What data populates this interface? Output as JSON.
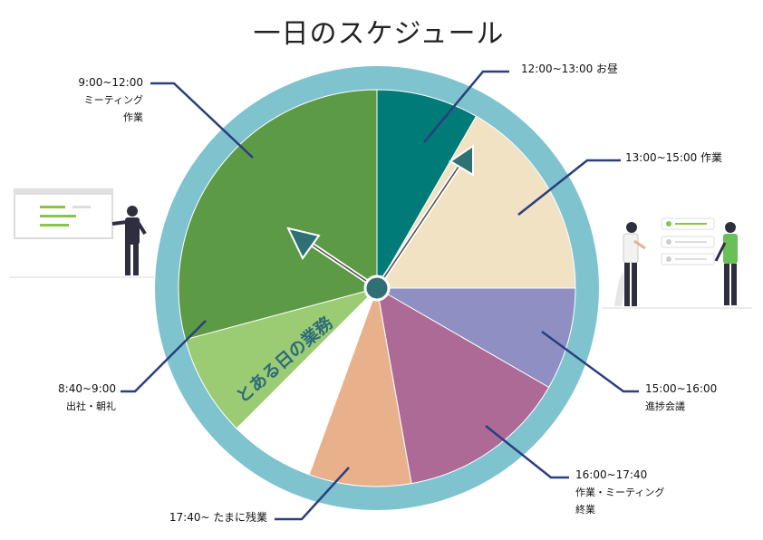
{
  "title": "一日のスケジュール",
  "white_slice_label": "とある日の業務",
  "segments": [
    {
      "time": "12:00~13:00",
      "lines": [
        "お昼"
      ],
      "color": "#007b77"
    },
    {
      "time": "13:00~15:00",
      "lines": [
        "作業"
      ],
      "color": "#f0e2c3"
    },
    {
      "time": "15:00~16:00",
      "lines": [
        "進捗会議"
      ],
      "color": "#8f8fc4"
    },
    {
      "time": "16:00~17:40",
      "lines": [
        "作業・ミーティング",
        "終業"
      ],
      "color": "#ae6a96"
    },
    {
      "time": "17:40~",
      "lines": [
        "たまに残業"
      ],
      "color": "#e8b18c"
    },
    {
      "time": "",
      "lines": [],
      "color": "#ffffff"
    },
    {
      "time": "8:40~9:00",
      "lines": [
        "出社・朝礼"
      ],
      "color": "#9bcc73"
    },
    {
      "time": "9:00~12:00",
      "lines": [
        "ミーティング",
        "作業"
      ],
      "color": "#5c9a45"
    }
  ],
  "colors": {
    "ring": "#7fc3cf",
    "leader": "#2a3f7f",
    "hub": "#2f7077",
    "hand": "#2f7077"
  },
  "icons": [
    "presentation-person-illustration",
    "checklist-people-illustration",
    "clock-hand-icon"
  ]
}
